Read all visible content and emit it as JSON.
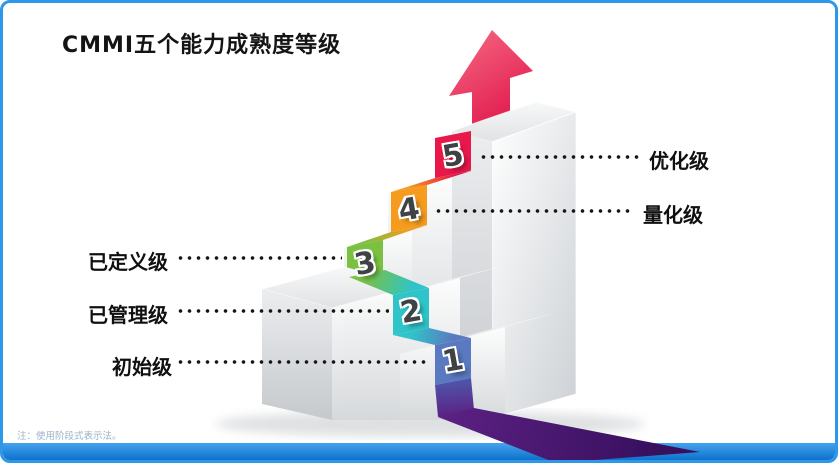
{
  "slide": {
    "title": "CMMI五个能力成熟度等级",
    "footnote": "注：使用阶段式表示法。"
  },
  "diagram": {
    "type": "staircase-maturity-levels",
    "levels": [
      {
        "num": "1",
        "label": "初始级",
        "label_side": "left",
        "color": "#5b79c0"
      },
      {
        "num": "2",
        "label": "已管理级",
        "label_side": "left",
        "color": "#2fc4c9"
      },
      {
        "num": "3",
        "label": "已定义级",
        "label_side": "left",
        "color": "#7ac142"
      },
      {
        "num": "4",
        "label": "量化级",
        "label_side": "right",
        "color": "#f59c1f"
      },
      {
        "num": "5",
        "label": "优化级",
        "label_side": "right",
        "color": "#e8184b"
      }
    ],
    "arrow_color": "#e51246",
    "base_ribbon_color": "#5c2184"
  },
  "colors": {
    "frame_border": "#2e97e8",
    "bottom_bar": "#1d82dd",
    "background": "#ffffff"
  }
}
